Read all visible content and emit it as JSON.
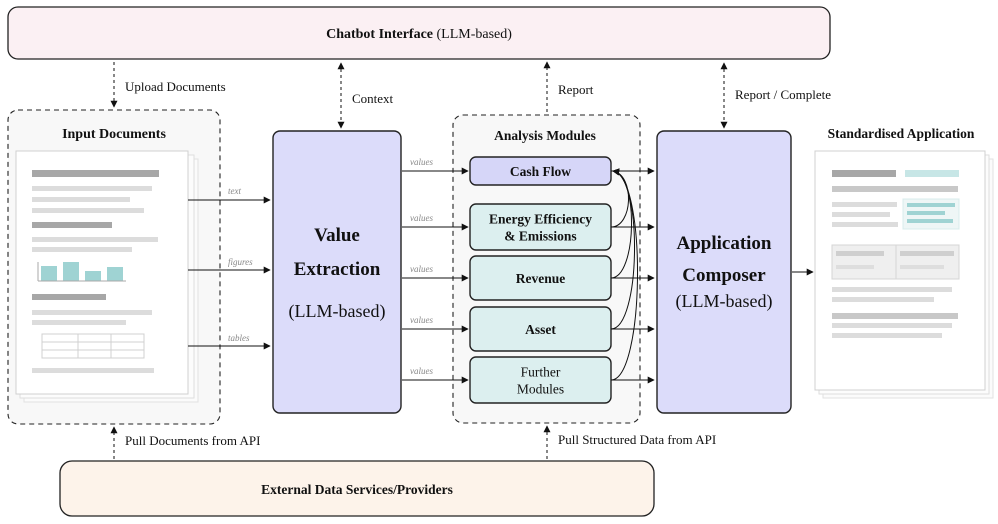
{
  "chatbot": {
    "title_bold": "Chatbot Interface",
    "title_rest": " (LLM-based)"
  },
  "external": {
    "title": "External Data Services/Providers"
  },
  "input_documents": {
    "title": "Input Documents"
  },
  "value_extraction": {
    "line1": "Value",
    "line2": "Extraction",
    "line3": "(LLM-based)"
  },
  "analysis_modules": {
    "title": "Analysis Modules",
    "modules": [
      {
        "lines": [
          "Cash Flow"
        ],
        "bold": true
      },
      {
        "lines": [
          "Energy Efficiency",
          "& Emissions"
        ],
        "bold": true
      },
      {
        "lines": [
          "Revenue"
        ],
        "bold": true
      },
      {
        "lines": [
          "Asset"
        ],
        "bold": true
      },
      {
        "lines": [
          "Further",
          "Modules"
        ],
        "bold": false
      }
    ]
  },
  "composer": {
    "line1": "Application",
    "line2": "Composer",
    "line3": "(LLM-based)"
  },
  "standardised": {
    "title": "Standardised Application"
  },
  "edge_labels": {
    "upload": "Upload Documents",
    "context": "Context",
    "report": "Report",
    "report_complete": "Report / Complete",
    "pull_docs": "Pull Documents from API",
    "pull_structured": "Pull Structured Data from API",
    "text": "text",
    "figures": "figures",
    "tables": "tables",
    "values": "values"
  },
  "colors": {
    "chatbot_fill": "#fbf0f3",
    "external_fill": "#fdf3ea",
    "llm_fill": "#dcdcfa",
    "module_fill": "#dcefef",
    "cashflow_fill": "#d6d6f8",
    "teal": "#9fd3d3"
  }
}
